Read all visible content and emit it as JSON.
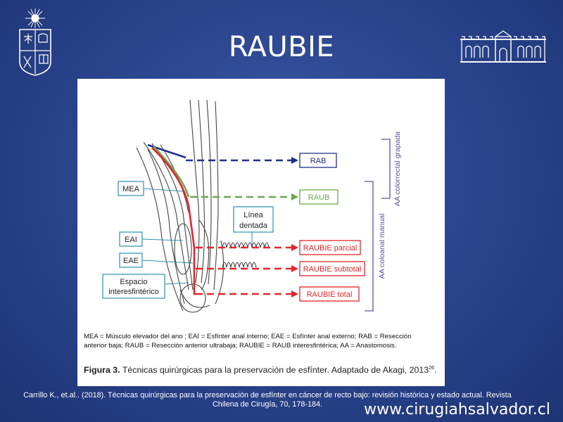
{
  "slide": {
    "title": "RAUBIE",
    "citation_line1": "Carrillo K., et.al.. (2018). Técnicas quirúrgicas para la preservación de esfínter en cáncer de recto bajo: revisión histórica y estado actual. Revista",
    "citation_line2": "Chilena de Cirugía, 70, 178-184.",
    "website": "www.cirugiahsalvador.cl"
  },
  "figure": {
    "labels": {
      "mea": "MEA",
      "eai": "EAI",
      "eae": "EAE",
      "espacio_line1": "Espacio",
      "espacio_line2": "interesfintérico",
      "linea_line1": "Línea",
      "linea_line2": "dentada"
    },
    "targets": {
      "rab": "RAB",
      "raub": "RAUB",
      "raubie_parcial": "RAUBIE parcial",
      "raubie_subtotal": "RAUBIE subtotal",
      "raubie_total": "RAUBIE total"
    },
    "brackets": {
      "grapada": "AA colorrectal grapada",
      "manual": "AA coloanal manual"
    },
    "legend": "MEA = Músculo elevador del ano ; EAI = Esfínter anal interno; EAE = Esfínter anal externo; RAB = Resección anterior baja; RAUB = Resección anterior ultrabaja; RAUBIE = RAUB interesfintérica; AA = Anastomosis.",
    "caption_label": "Figura 3.",
    "caption_text": " Técnicas quirúrgicas para la preservación de esfínter. Adaptado de Akagi, 2013",
    "caption_ref": "26",
    "caption_end": "."
  },
  "colors": {
    "background": "#2c4690",
    "rab_line": "#1f2f8f",
    "raub_line": "#6aa84f",
    "raubie_line": "#e3262b",
    "label_border": "#2e8fb0",
    "bracket": "#5a55a0"
  }
}
